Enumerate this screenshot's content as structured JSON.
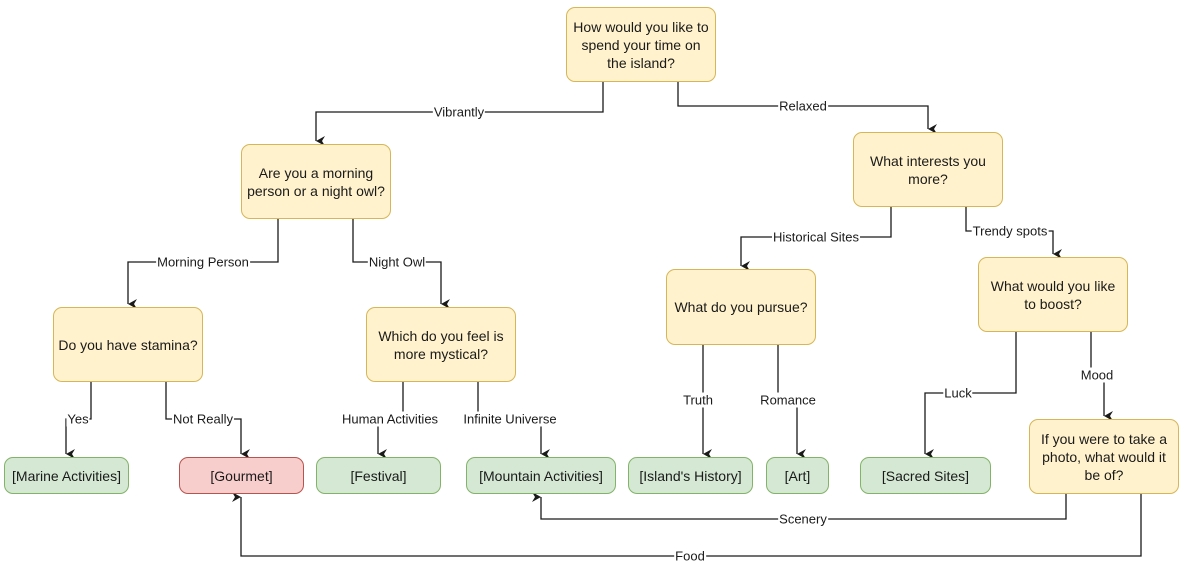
{
  "diagram": {
    "title": "Island activity decision tree",
    "nodes": [
      {
        "id": "root",
        "type": "question",
        "text": "How would you like to spend your time on the island?"
      },
      {
        "id": "morning",
        "type": "question",
        "text": "Are you a morning person or a night owl?"
      },
      {
        "id": "interest",
        "type": "question",
        "text": "What interests you more?"
      },
      {
        "id": "stamina",
        "type": "question",
        "text": "Do you have stamina?"
      },
      {
        "id": "mystical",
        "type": "question",
        "text": "Which do you feel is more mystical?"
      },
      {
        "id": "pursue",
        "type": "question",
        "text": "What do you pursue?"
      },
      {
        "id": "boost",
        "type": "question",
        "text": "What would you like to boost?"
      },
      {
        "id": "photo",
        "type": "question",
        "text": "If you were to take a photo, what would it be of?"
      },
      {
        "id": "marine",
        "type": "result",
        "text": "[Marine Activities]"
      },
      {
        "id": "gourmet",
        "type": "result-highlight",
        "text": "[Gourmet]"
      },
      {
        "id": "festival",
        "type": "result",
        "text": "[Festival]"
      },
      {
        "id": "mountain",
        "type": "result",
        "text": "[Mountain Activities]"
      },
      {
        "id": "history",
        "type": "result",
        "text": "[Island's History]"
      },
      {
        "id": "art",
        "type": "result",
        "text": "[Art]"
      },
      {
        "id": "sacred",
        "type": "result",
        "text": "[Sacred Sites]"
      }
    ],
    "edges": [
      {
        "from": "root",
        "to": "morning",
        "label": "Vibrantly"
      },
      {
        "from": "root",
        "to": "interest",
        "label": "Relaxed"
      },
      {
        "from": "morning",
        "to": "stamina",
        "label": "Morning Person"
      },
      {
        "from": "morning",
        "to": "mystical",
        "label": "Night Owl"
      },
      {
        "from": "stamina",
        "to": "marine",
        "label": "Yes"
      },
      {
        "from": "stamina",
        "to": "gourmet",
        "label": "Not Really"
      },
      {
        "from": "mystical",
        "to": "festival",
        "label": "Human Activities"
      },
      {
        "from": "mystical",
        "to": "mountain",
        "label": "Infinite Universe"
      },
      {
        "from": "interest",
        "to": "pursue",
        "label": "Historical Sites"
      },
      {
        "from": "interest",
        "to": "boost",
        "label": "Trendy spots"
      },
      {
        "from": "pursue",
        "to": "history",
        "label": "Truth"
      },
      {
        "from": "pursue",
        "to": "art",
        "label": "Romance"
      },
      {
        "from": "boost",
        "to": "sacred",
        "label": "Luck"
      },
      {
        "from": "boost",
        "to": "photo",
        "label": "Mood"
      },
      {
        "from": "photo",
        "to": "mountain",
        "label": "Scenery"
      },
      {
        "from": "photo",
        "to": "gourmet",
        "label": "Food"
      }
    ],
    "colors": {
      "question_fill": "#fff2cc",
      "question_stroke": "#d6b656",
      "result_fill": "#d5e8d4",
      "result_stroke": "#82b366",
      "highlight_fill": "#f8cecc",
      "highlight_stroke": "#b85450",
      "edge": "#1a1a1a"
    }
  }
}
